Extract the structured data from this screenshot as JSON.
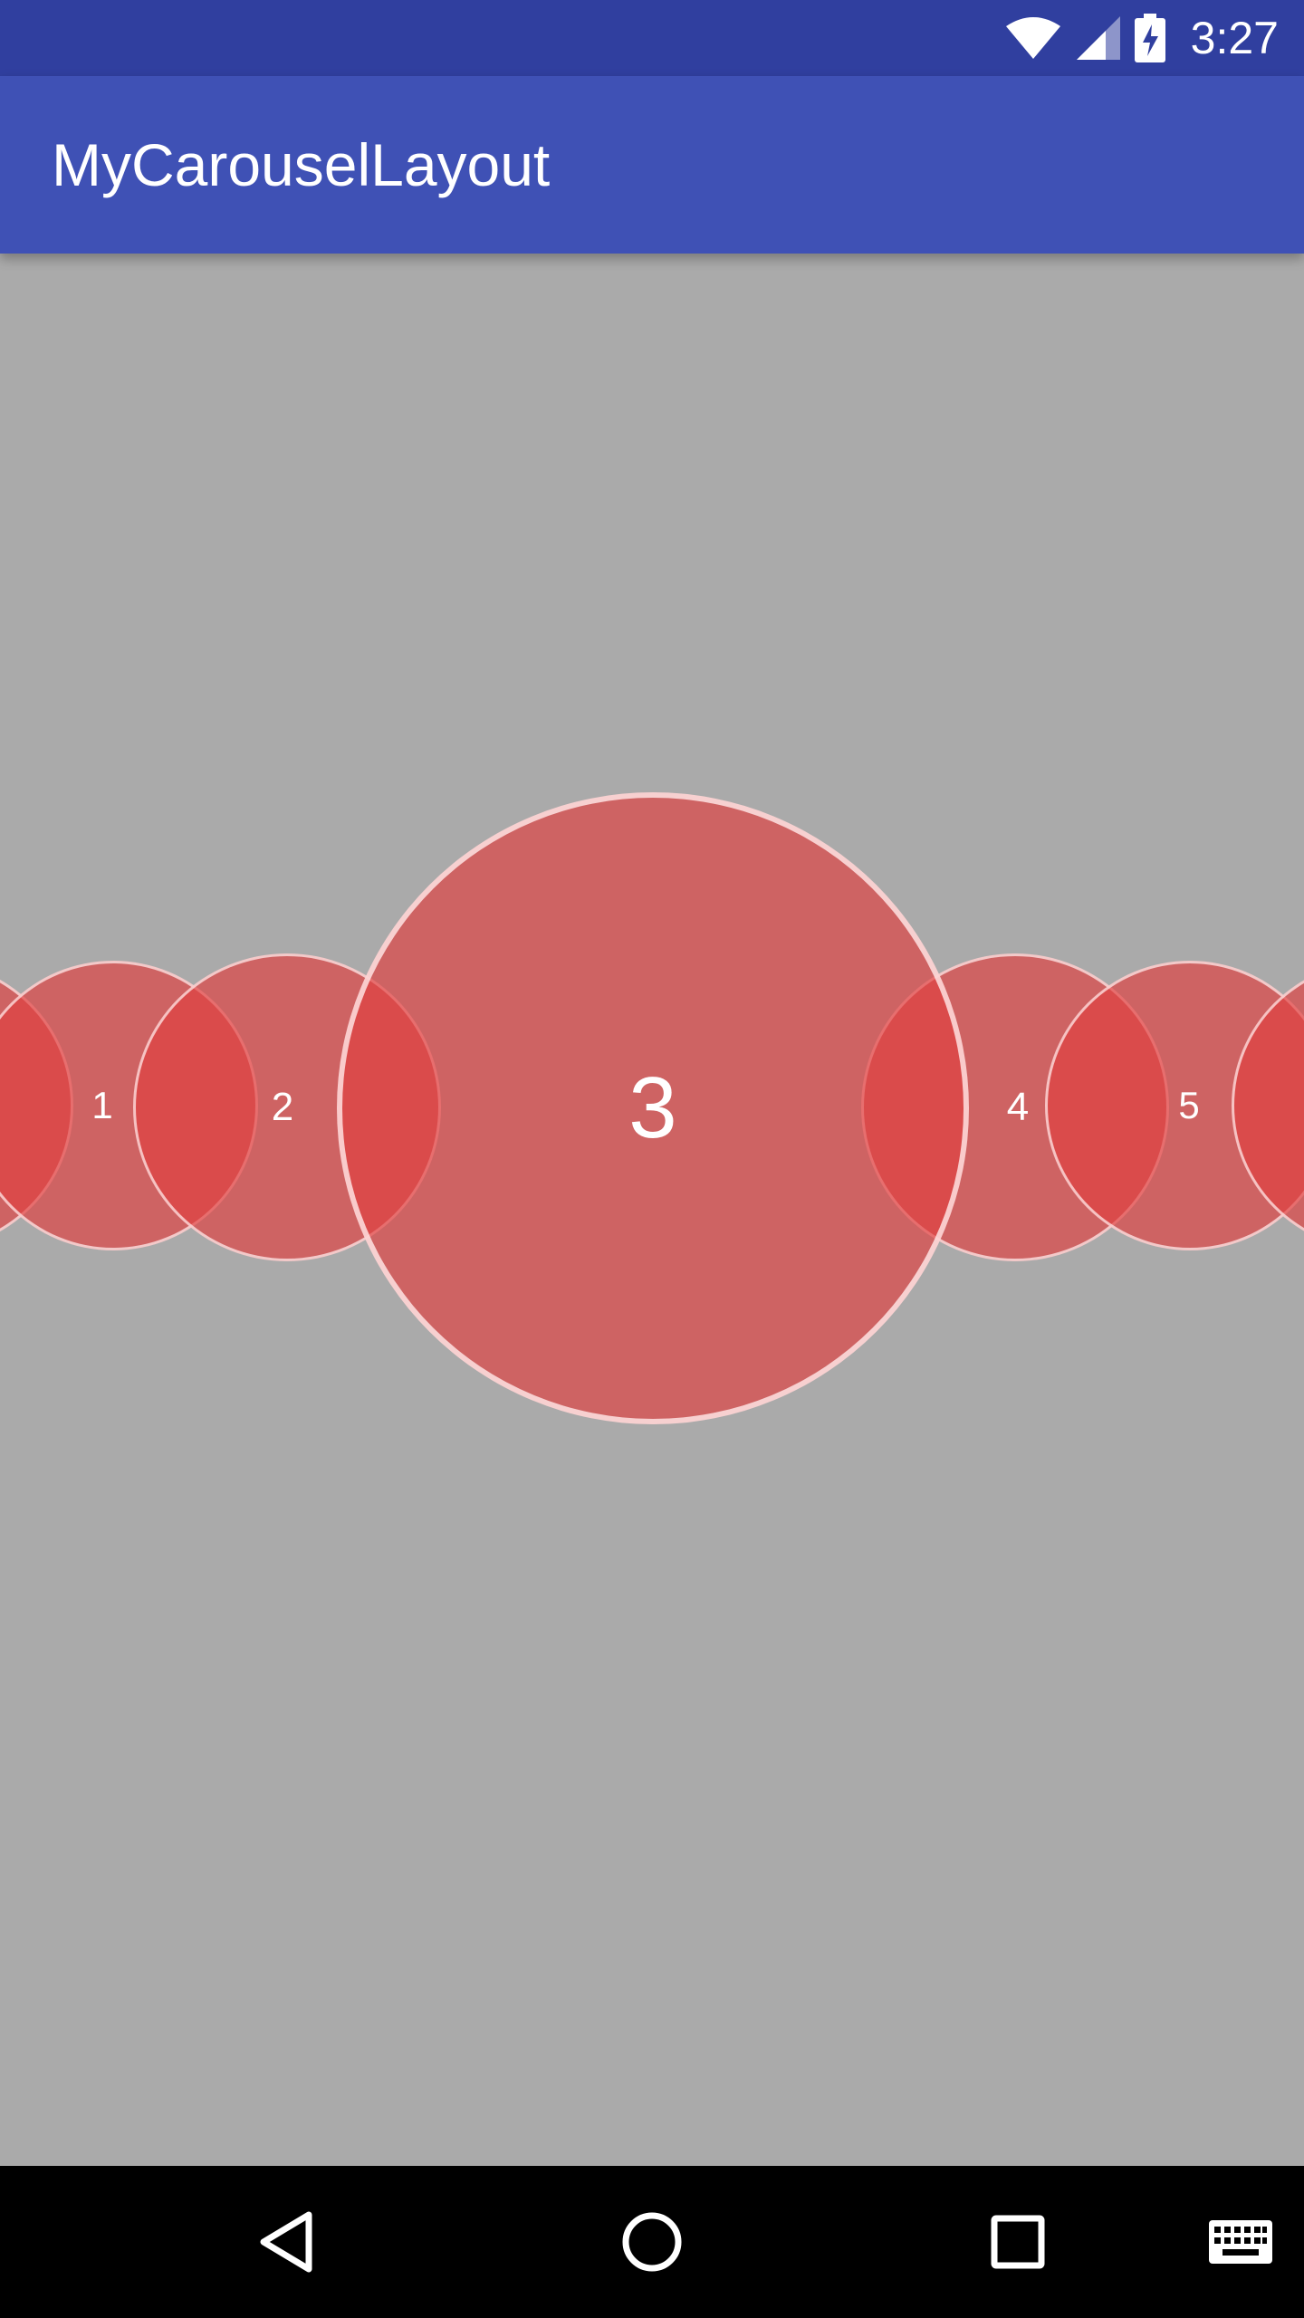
{
  "status_bar": {
    "time": "3:27",
    "icons": [
      "wifi-icon",
      "cell-signal-icon",
      "battery-charging-icon"
    ]
  },
  "app_bar": {
    "title": "MyCarouselLayout",
    "color": "#3f51b5"
  },
  "carousel": {
    "selected": "3",
    "items": [
      {
        "label": ""
      },
      {
        "label": "1"
      },
      {
        "label": "2"
      },
      {
        "label": "3"
      },
      {
        "label": "4"
      },
      {
        "label": "5"
      },
      {
        "label": ""
      }
    ],
    "item_color": "#e03e3e"
  },
  "nav_bar": {
    "buttons": [
      "back-icon",
      "home-icon",
      "recents-icon",
      "keyboard-icon"
    ]
  }
}
